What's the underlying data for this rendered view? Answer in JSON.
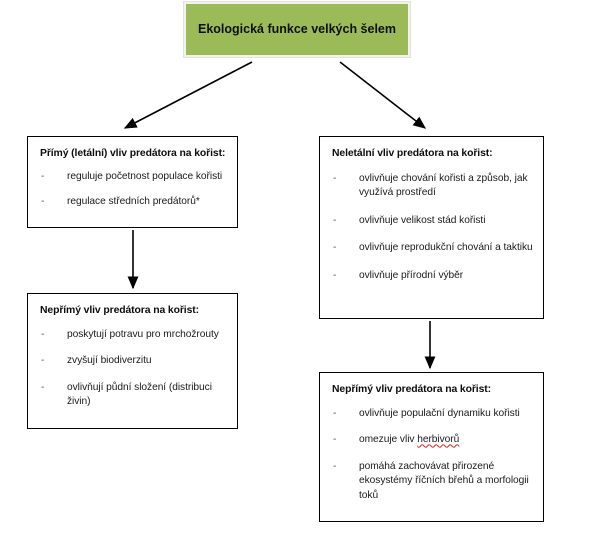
{
  "diagram": {
    "title_banner": {
      "text": "Ekologická funkce velkých šelem",
      "fill_color": "#9bbb59",
      "frame_color": "#f2f2ef",
      "text_color": "#101010"
    },
    "boxes": [
      {
        "id": "direct",
        "title": "Přímý (letální) vliv predátora na kořist:",
        "bullet_marker": "-",
        "bullets": [
          "reguluje početnost populace kořisti",
          "regulace středních predátorů*"
        ]
      },
      {
        "id": "nonlethal",
        "title": "Neletální vliv predátora na kořist:",
        "bullet_marker": "-",
        "bullets": [
          "ovlivňuje chování kořisti a způsob, jak využívá prostředí",
          "ovlivňuje velikost stád kořisti",
          "ovlivňuje reprodukční chování a taktiku",
          "ovlivňuje přírodní výběr"
        ]
      },
      {
        "id": "indirect-left",
        "title": "Nepřímý vliv predátora na kořist:",
        "bullet_marker": "-",
        "bullets": [
          "poskytují potravu pro mrchožrouty",
          "zvyšují biodiverzitu",
          "ovlivňují půdní složení (distribuci živin)"
        ]
      },
      {
        "id": "indirect-right",
        "title": "Nepřímý vliv predátora na kořist:",
        "bullet_marker": "-",
        "bullets_parts": [
          {
            "pre": "ovlivňuje populační dynamiku kořisti",
            "misspelled": "",
            "post": ""
          },
          {
            "pre": "omezuje vliv ",
            "misspelled": "herbivorů",
            "post": ""
          },
          {
            "pre": "pomáhá zachovávat přirozené ekosystémy říčních břehů a morfologii toků",
            "misspelled": "",
            "post": ""
          }
        ]
      }
    ],
    "connectors": [
      {
        "name": "banner-to-direct",
        "kind": "diagonal-arrow"
      },
      {
        "name": "banner-to-nonlethal",
        "kind": "diagonal-arrow"
      },
      {
        "name": "direct-to-indirect-left",
        "kind": "vertical-arrow"
      },
      {
        "name": "nonlethal-to-indirect-right",
        "kind": "vertical-arrow"
      }
    ],
    "stroke_color": "#000000"
  }
}
